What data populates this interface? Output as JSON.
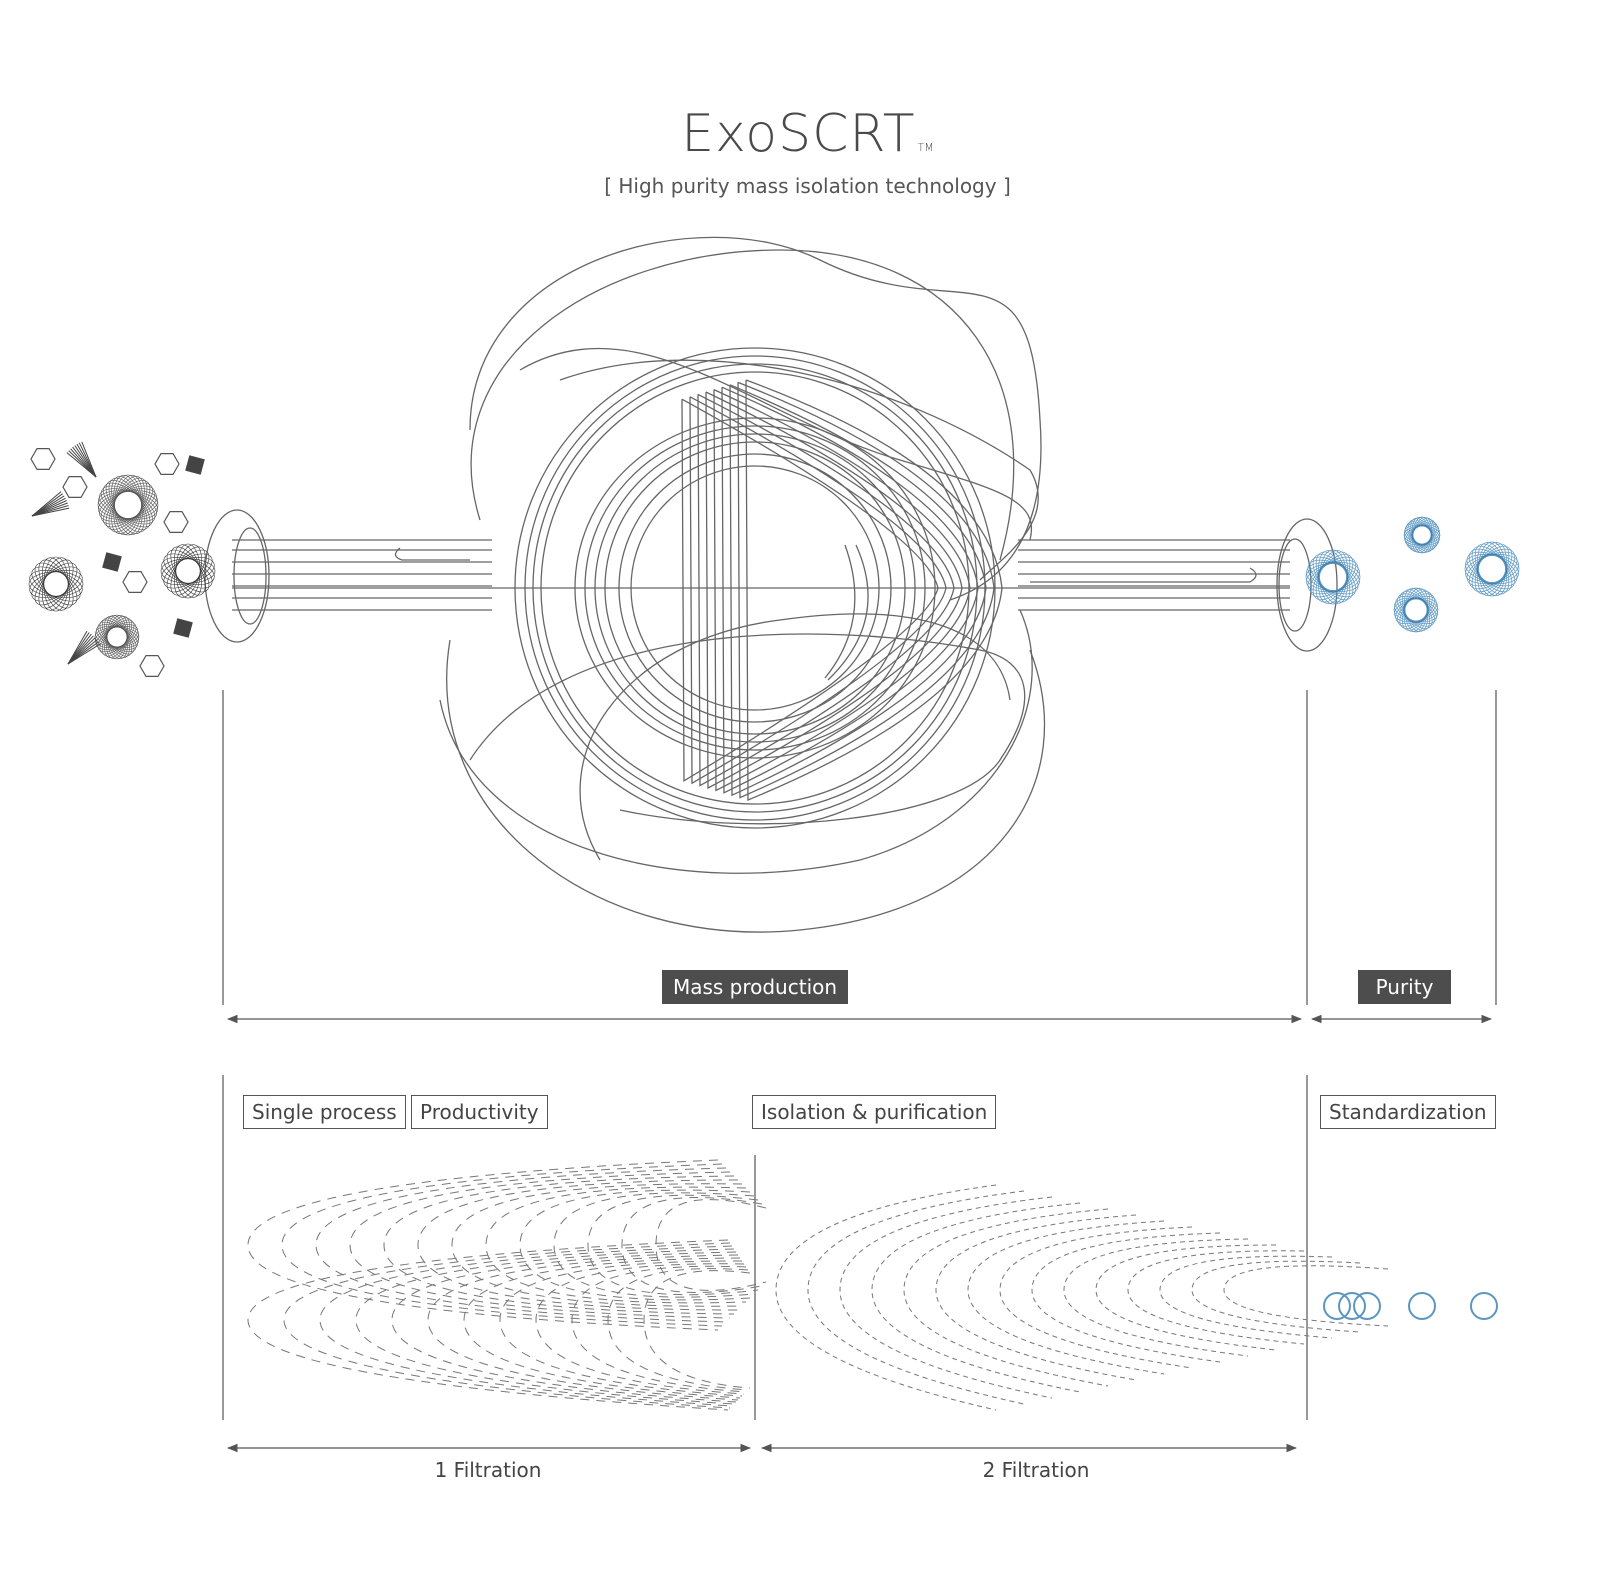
{
  "header": {
    "logo_text": "ExoSCRT",
    "logo_tm": "TM",
    "subtitle": "[ High purity mass isolation technology ]"
  },
  "stages": {
    "mass_production": "Mass production",
    "purity": "Purity"
  },
  "features": {
    "single_process": "Single process",
    "productivity": "Productivity",
    "isolation": "Isolation & purification",
    "standardization": "Standardization"
  },
  "filtration": {
    "first": "1 Filtration",
    "second": "2 Filtration"
  },
  "colors": {
    "line": "#555555",
    "dark_tag": "#4d4d4d",
    "blue": "#5b96c2"
  }
}
